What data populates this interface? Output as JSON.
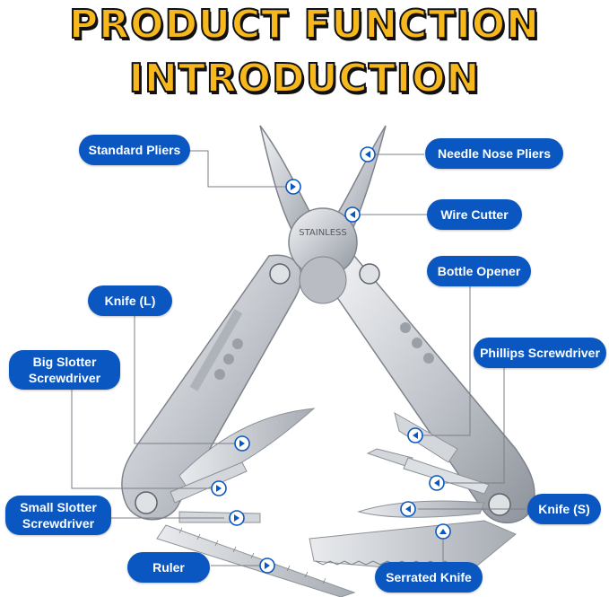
{
  "title": {
    "line1": "PRODUCT FUNCTION",
    "line2": "INTRODUCTION"
  },
  "labels": {
    "standard_pliers": "Standard Pliers",
    "needle_nose_pliers": "Needle Nose Pliers",
    "wire_cutter": "Wire Cutter",
    "bottle_opener": "Bottle Opener",
    "knife_l": "Knife (L)",
    "phillips_screwdriver": "Phillips Screwdriver",
    "big_slotter_line1": "Big Slotter",
    "big_slotter_line2": "Screwdriver",
    "small_slotter_line1": "Small Slotter",
    "small_slotter_line2": "Screwdriver",
    "knife_s": "Knife (S)",
    "ruler": "Ruler",
    "serrated_knife": "Serrated Knife"
  },
  "tool_engraving": {
    "brand": "STAINLESS"
  },
  "colors": {
    "label_bg": "#0a57c2",
    "title_fill": "#f6b81c",
    "title_outline": "#111111",
    "steel": "#c9ccd1"
  }
}
